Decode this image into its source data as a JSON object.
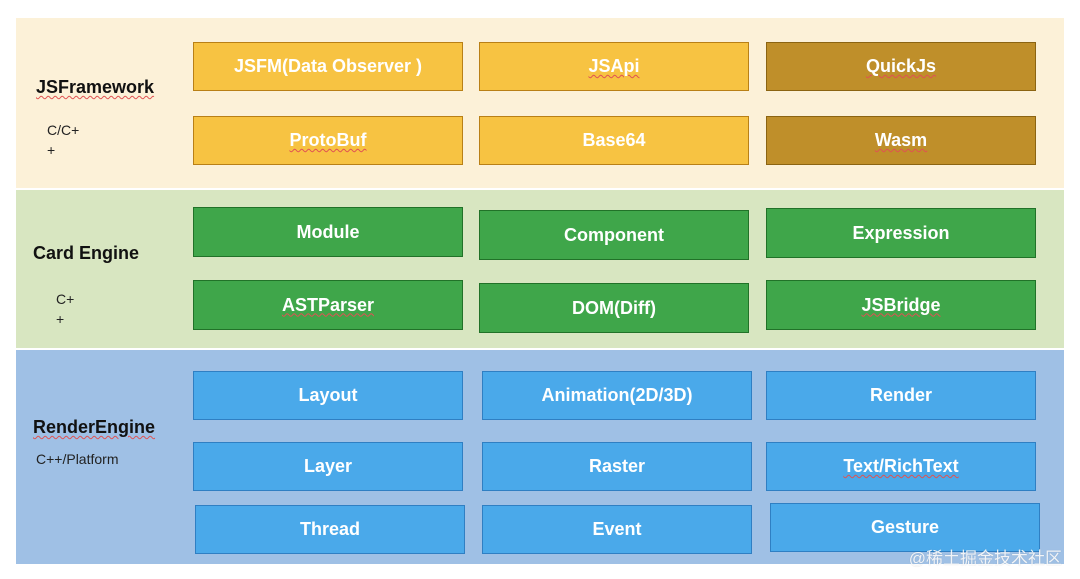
{
  "layers": {
    "jsframework": {
      "title": "JSFramework",
      "subtitle": "C/C+\n+",
      "boxes": [
        "JSFM(Data Observer )",
        "JSApi",
        "QuickJs",
        "ProtoBuf",
        "Base64",
        "Wasm"
      ]
    },
    "card_engine": {
      "title": "Card Engine",
      "subtitle": "C+\n+",
      "boxes": [
        "Module",
        "Component",
        "Expression",
        "ASTParser",
        "DOM(Diff)",
        "JSBridge"
      ]
    },
    "render_engine": {
      "title": "RenderEngine",
      "subtitle": "C++/Platform",
      "boxes": [
        "Layout",
        "Animation(2D/3D)",
        "Render",
        "Layer",
        "Raster",
        "Text/RichText",
        "Thread",
        "Event",
        "Gesture"
      ]
    }
  },
  "watermark": "@稀土掘金技术社区",
  "colors": {
    "js_layer_bg": "#fcf1d8",
    "card_layer_bg": "#d8e6c1",
    "render_layer_bg": "#9fc0e5",
    "orange_box": "#f7c342",
    "gold_box": "#bf8f2a",
    "green_box": "#3fa64a",
    "blue_box": "#4aa9ea"
  }
}
